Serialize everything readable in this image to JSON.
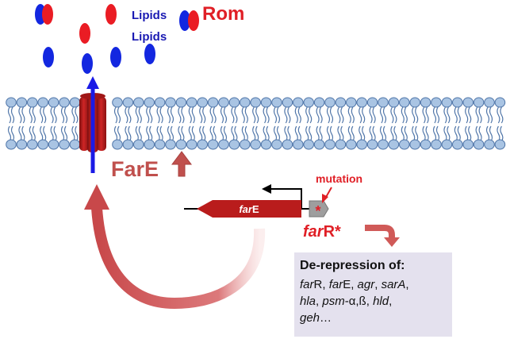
{
  "labels": {
    "lipids_top": "Lipids",
    "lipids_bottom": "Lipids",
    "rom": "Rom",
    "fare": "FarE",
    "mutation": "mutation",
    "gene_far": "far",
    "gene_e": "E",
    "farr_far": "far",
    "farr_r": "R*"
  },
  "info_box": {
    "title": "De-repression of:",
    "lines": [
      [
        {
          "t": "far",
          "i": true
        },
        {
          "t": "R, ",
          "i": false
        },
        {
          "t": "far",
          "i": true
        },
        {
          "t": "E, ",
          "i": false
        },
        {
          "t": "agr",
          "i": true
        },
        {
          "t": ", ",
          "i": false
        },
        {
          "t": "sarA",
          "i": true
        },
        {
          "t": ",",
          "i": false
        }
      ],
      [
        {
          "t": "hla",
          "i": true
        },
        {
          "t": ", ",
          "i": false
        },
        {
          "t": "psm",
          "i": true
        },
        {
          "t": "-α,ß, ",
          "i": false
        },
        {
          "t": "hld",
          "i": true
        },
        {
          "t": ",",
          "i": false
        }
      ],
      [
        {
          "t": "geh",
          "i": true
        },
        {
          "t": "…",
          "i": false
        }
      ]
    ]
  },
  "colors": {
    "lipid_blue": "#1327e0",
    "lipid_red": "#ea1c24",
    "membrane_head": "#a9c4e3",
    "membrane_outline": "#4f75a8",
    "channel_red": "#b91c1c",
    "arrow_blue": "#1a1ae6",
    "box_fill": "#e4e1ee",
    "curved_arrow": "#c8484a"
  }
}
